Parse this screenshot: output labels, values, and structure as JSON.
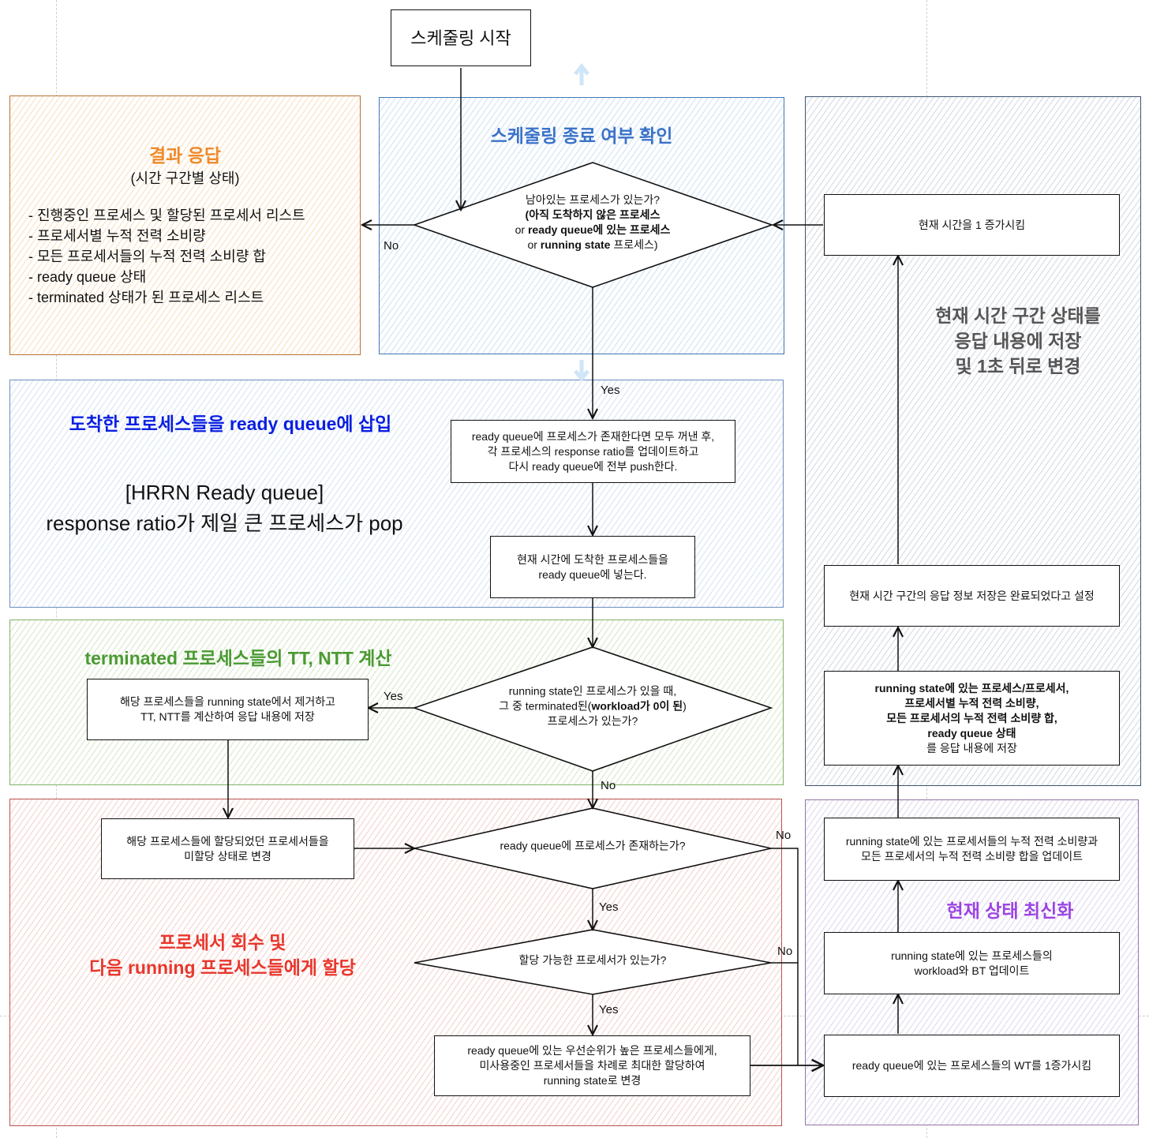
{
  "start": {
    "label": "스케줄링 시작"
  },
  "groups": {
    "result": {
      "title": "결과 응답",
      "subtitle": "(시간 구간별 상태)",
      "items": [
        "- 진행중인 프로세스 및 할당된 프로세서 리스트",
        "- 프로세서별 누적 전력 소비량",
        "- 모든 프로세서들의 누적 전력 소비량 합",
        "- ready queue 상태",
        "- terminated 상태가 된 프로세스 리스트"
      ],
      "color": "#ee8a2a"
    },
    "end_check": {
      "title": "스케줄링 종료 여부 확인",
      "color": "#3b72c8"
    },
    "insert": {
      "title": "도착한 프로세스들을 ready queue에 삽입",
      "note_line1": "[HRRN Ready queue]",
      "note_line2": "response ratio가 제일 큰 프로세스가 pop",
      "color": "#0a1fe0"
    },
    "terminated": {
      "title": "terminated 프로세스들의 TT, NTT 계산",
      "color": "#4a9a32"
    },
    "allocate": {
      "title_line1": "프로세서 회수 및",
      "title_line2": "다음 running 프로세스들에게 할당",
      "color": "#e8372c"
    },
    "save_state": {
      "title_line1": "현재 시간 구간 상태를",
      "title_line2": "응답 내용에 저장",
      "title_line3": "및 1초 뒤로 변경",
      "color": "#555555"
    },
    "refresh": {
      "title": "현재 상태 최신화",
      "color": "#9b45e4"
    }
  },
  "decisions": {
    "remaining": {
      "line1": "남아있는 프로세스가 있는가?",
      "line2": "(아직 도착하지 않은 프로세스",
      "line3_pre": "or ",
      "line3_bold": "ready queue에 있는 프로세스",
      "line4_pre": "or ",
      "line4_bold": "running state",
      "line4_post": " 프로세스)"
    },
    "terminated_check": {
      "line1": "running state인 프로세스가 있을 때,",
      "line2_pre": "그 중 terminated된(",
      "line2_bold": "workload가 0이 된",
      "line2_post": ")",
      "line3": "프로세스가 있는가?"
    },
    "ready_exists": {
      "text": "ready queue에 프로세스가 존재하는가?"
    },
    "processor_available": {
      "text": "할당 가능한 프로세서가 있는가?"
    }
  },
  "processes": {
    "update_ratio": "ready queue에 프로세스가 존재한다면 모두 꺼낸 후,\n각 프로세스의 response ratio를 업데이트하고\n다시 ready queue에 전부 push한다.",
    "insert_arrived": "현재 시간에 도착한 프로세스들을\nready queue에 넣는다.",
    "remove_terminated": "해당 프로세스들을 running state에서 제거하고\nTT, NTT를 계산하여 응답 내용에 저장",
    "release_processors": "해당 프로세스들에 할당되었던 프로세서들을\n미할당 상태로 변경",
    "assign_processors": "ready queue에 있는 우선순위가 높은 프로세스들에게,\n미사용중인 프로세서들을 차례로 최대한 할당하여\nrunning state로 변경",
    "increment_time": "현재 시간을 1 증가시킴",
    "mark_saved": "현재 시간 구간의 응답 정보 저장은 완료되었다고 설정",
    "save_response_bold": "running state에 있는 프로세스/프로세서,\n프로세서별 누적 전력 소비량,\n모든 프로세서의 누적 전력 소비량 합,\nready queue 상태",
    "save_response_tail": "를 응답 내용에 저장",
    "update_power": "running state에 있는 프로세서들의 누적 전력 소비량과\n모든 프로세서의 누적 전력 소비량 합을 업데이트",
    "update_workload": "running state에 있는 프로세스들의\nworkload와 BT 업데이트",
    "increment_wt": "ready queue에 있는 프로세스들의 WT를 1증가시킴"
  },
  "edge_labels": {
    "remaining_no": "No",
    "remaining_yes": "Yes",
    "terminated_yes": "Yes",
    "terminated_no": "No",
    "ready_no": "No",
    "ready_yes": "Yes",
    "proc_no": "No",
    "proc_yes": "Yes"
  }
}
